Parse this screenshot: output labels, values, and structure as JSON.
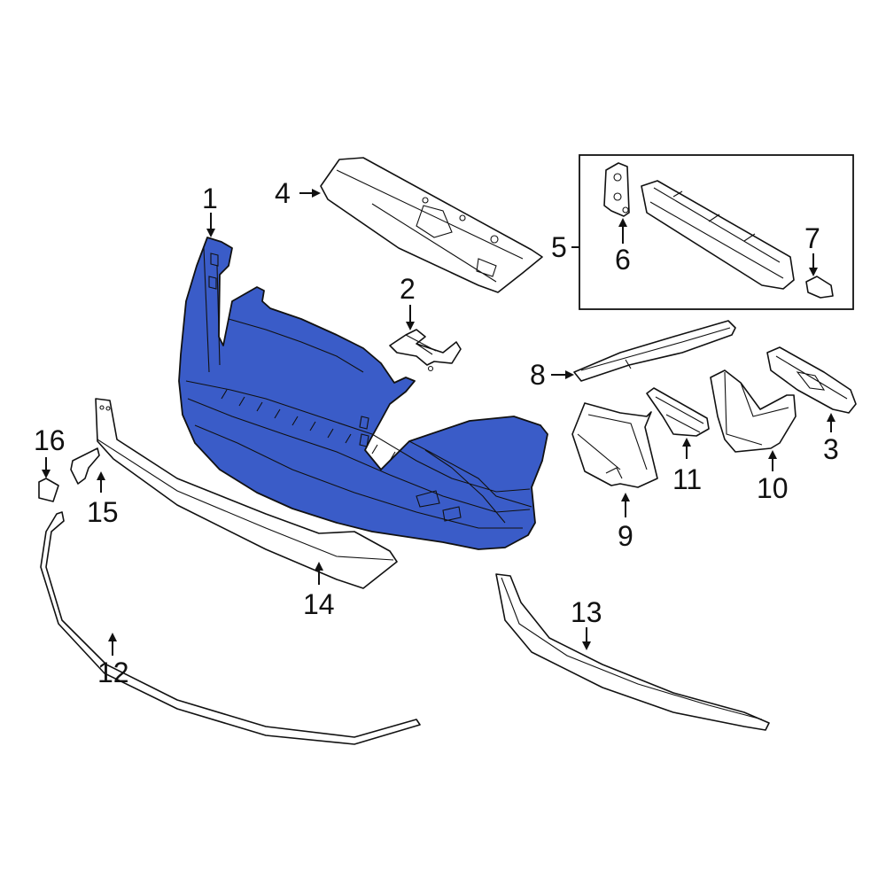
{
  "diagram": {
    "type": "exploded-parts-diagram",
    "subject": "Front bumper cover assembly",
    "highlight_color": "#3a5cc8",
    "highlighted_part": "1",
    "callouts": [
      {
        "id": "c1",
        "label": "1"
      },
      {
        "id": "c2",
        "label": "2"
      },
      {
        "id": "c3",
        "label": "3"
      },
      {
        "id": "c4",
        "label": "4"
      },
      {
        "id": "c5",
        "label": "5"
      },
      {
        "id": "c6",
        "label": "6"
      },
      {
        "id": "c7",
        "label": "7"
      },
      {
        "id": "c8",
        "label": "8"
      },
      {
        "id": "c9",
        "label": "9"
      },
      {
        "id": "c10",
        "label": "10"
      },
      {
        "id": "c11",
        "label": "11"
      },
      {
        "id": "c12",
        "label": "12"
      },
      {
        "id": "c13",
        "label": "13"
      },
      {
        "id": "c14",
        "label": "14"
      },
      {
        "id": "c15",
        "label": "15"
      },
      {
        "id": "c16",
        "label": "16"
      }
    ]
  }
}
